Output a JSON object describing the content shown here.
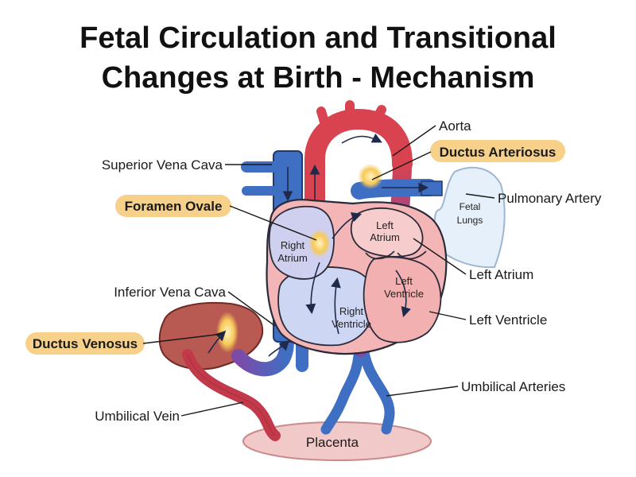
{
  "title": {
    "line1": "Fetal Circulation and Transitional",
    "line2": "Changes at Birth - Mechanism"
  },
  "labels": {
    "aorta": "Aorta",
    "ductus_arteriosus": "Ductus Arteriosus",
    "superior_vena_cava": "Superior Vena Cava",
    "pulmonary_artery": "Pulmonary Artery",
    "foramen_ovale": "Foramen Ovale",
    "left_atrium": "Left Atrium",
    "inferior_vena_cava": "Inferior Vena Cava",
    "left_ventricle": "Left Ventricle",
    "ductus_venosus": "Ductus Venosus",
    "umbilical_arteries": "Umbilical Arteries",
    "umbilical_vein": "Umbilical Vein"
  },
  "inner_labels": {
    "right_atrium_1": "Right",
    "right_atrium_2": "Atrium",
    "left_atrium_1": "Left",
    "left_atrium_2": "Atrium",
    "left_ventricle_1": "Left",
    "left_ventricle_2": "Ventricle",
    "right_ventricle_1": "Right",
    "right_ventricle_2": "Ventricle",
    "fetal_lungs_1": "Fetal",
    "fetal_lungs_2": "Lungs",
    "placenta": "Placenta"
  },
  "colors": {
    "oxygenated": "#d9434f",
    "deoxygenated": "#3f6fc2",
    "mixed": "#7d4aa8",
    "highlight": "#f7d08a",
    "liver": "#b85a52",
    "placenta": "#f2c9c9",
    "lungs": "#e6f0fa"
  }
}
